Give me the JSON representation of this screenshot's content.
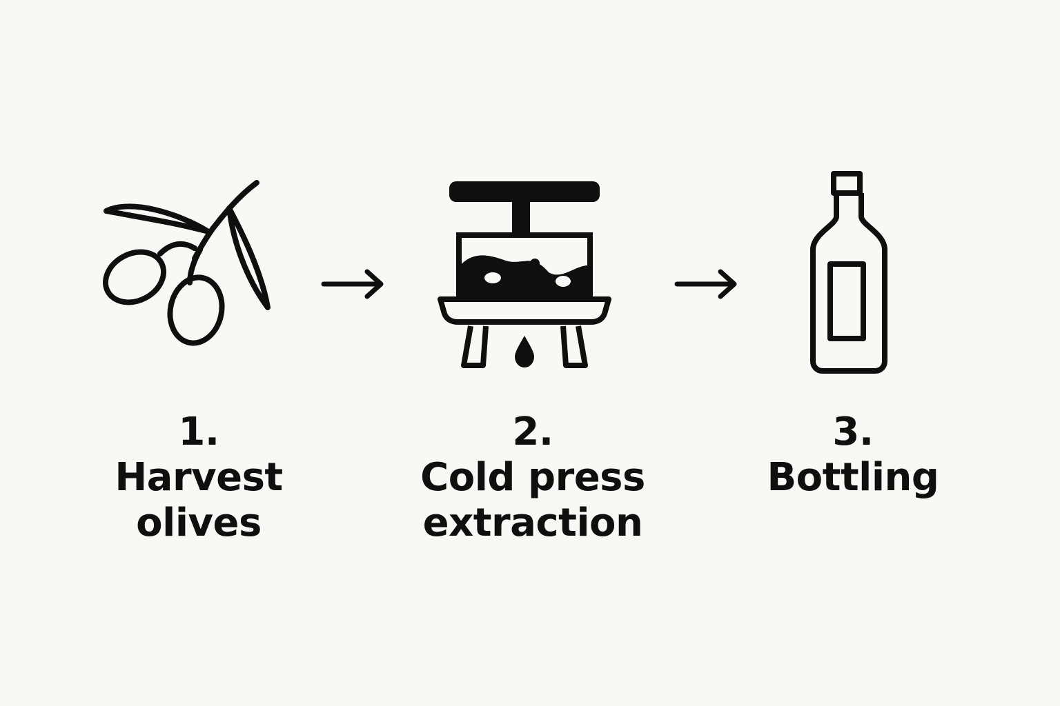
{
  "colors": {
    "background": "#f9f8f4",
    "ink": "#0f0f0f"
  },
  "steps": [
    {
      "number": "1.",
      "line1": "Harvest",
      "line2": "olives",
      "icon": "olive-branch-icon"
    },
    {
      "number": "2.",
      "line1": "Cold press",
      "line2": "extraction",
      "icon": "olive-press-icon"
    },
    {
      "number": "3.",
      "line1": "Bottling",
      "line2": "",
      "icon": "oil-bottle-icon"
    }
  ],
  "connectors": [
    {
      "from": "1.",
      "to": "2.",
      "icon": "arrow-right-icon"
    },
    {
      "from": "2.",
      "to": "3.",
      "icon": "arrow-right-icon"
    }
  ]
}
